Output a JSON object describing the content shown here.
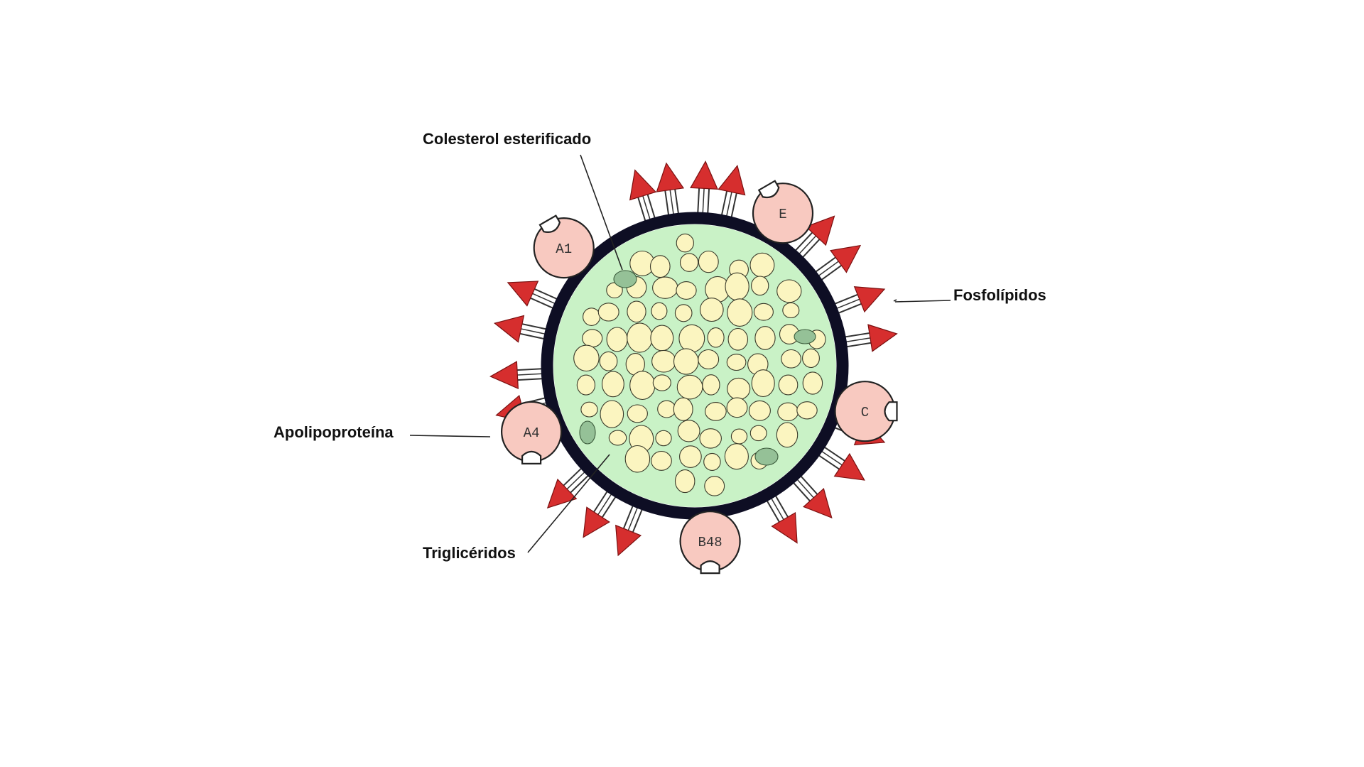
{
  "labels": {
    "colesterol": "Colesterol esterificado",
    "fosfolipidos": "Fosfolípidos",
    "apolipoproteina": "Apolipoproteína",
    "trigliceridos": "Triglicéridos"
  },
  "apolipoproteins": [
    {
      "name": "A1",
      "angle": 138,
      "notch": "up"
    },
    {
      "name": "E",
      "angle": 60,
      "notch": "up"
    },
    {
      "name": "C",
      "angle": -15,
      "notch": "right"
    },
    {
      "name": "A4",
      "angle": -158,
      "notch": "down"
    },
    {
      "name": "B48",
      "angle": -85,
      "notch": "down"
    }
  ],
  "phospholipid_angles": [
    107,
    98,
    87,
    78,
    47,
    36,
    22,
    9,
    -22,
    -34,
    -48,
    -60,
    -112,
    -123,
    -136,
    156,
    168,
    183,
    194
  ],
  "colors": {
    "membrane": "#0e0e24",
    "core": "#c9f2c6",
    "triglyceride": "#fbf5c0",
    "cholesterol": "#95c197",
    "apolipoprotein": "#f8c9c0",
    "phospholipid_head": "#d62e2e"
  }
}
